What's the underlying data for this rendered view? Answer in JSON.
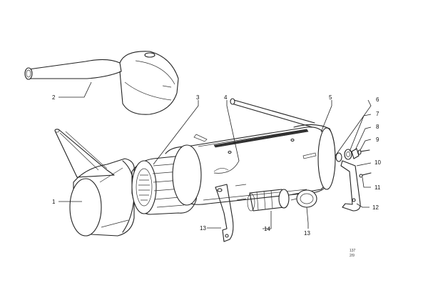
{
  "callouts": {
    "c1": "1",
    "c2": "2",
    "c3": "3",
    "c4": "4",
    "c5": "5",
    "c6": "6",
    "c7": "7",
    "c8": "8",
    "c9": "9",
    "c10": "10",
    "c11": "11",
    "c12": "12",
    "c13": "13",
    "c13b": "13",
    "c14": "14"
  },
  "reference": {
    "line1": "137",
    "line2": "2/9"
  }
}
